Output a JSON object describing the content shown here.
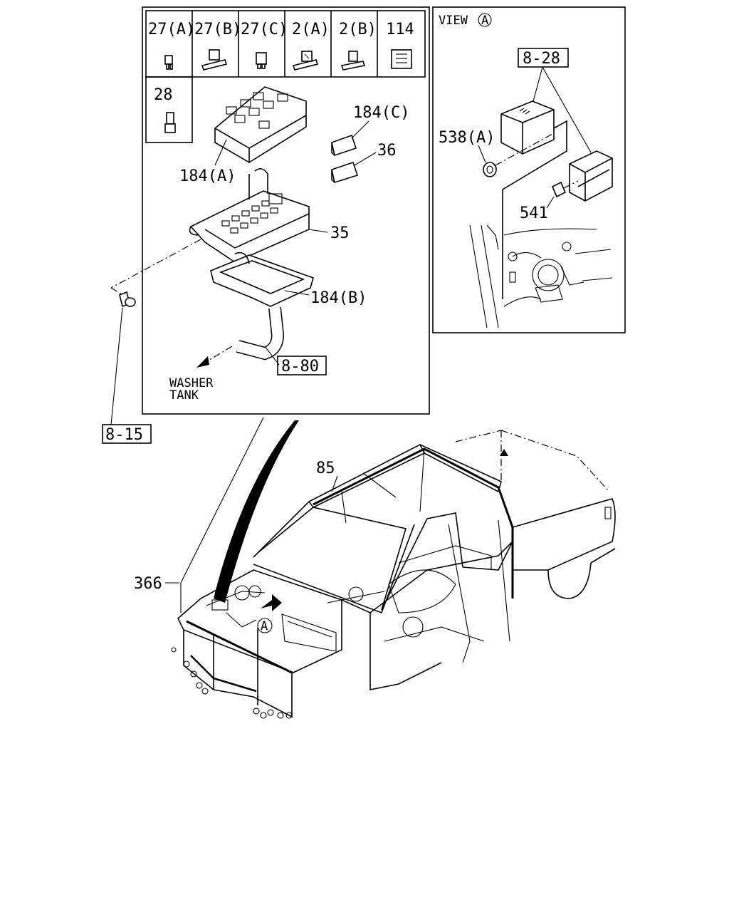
{
  "parts_table": {
    "row1": [
      "27(A)",
      "27(B)",
      "27(C)",
      "2(A)",
      "2(B)",
      "114"
    ],
    "row2": [
      "28"
    ]
  },
  "fuse_box_labels": {
    "cover": "184(A)",
    "relay_c": "184(C)",
    "relay_36": "36",
    "box": "35",
    "base": "184(B)",
    "hose_ref": "8-80",
    "washer_line1": "WASHER",
    "washer_line2": "TANK"
  },
  "view_a": {
    "title": "VIEW",
    "marker": "A",
    "module_ref": "8-28",
    "nut": "538(A)",
    "clip": "541"
  },
  "body_labels": {
    "bolt_ref": "8-15",
    "roof_harness": "85",
    "main_harness": "366",
    "view_marker": "A"
  }
}
